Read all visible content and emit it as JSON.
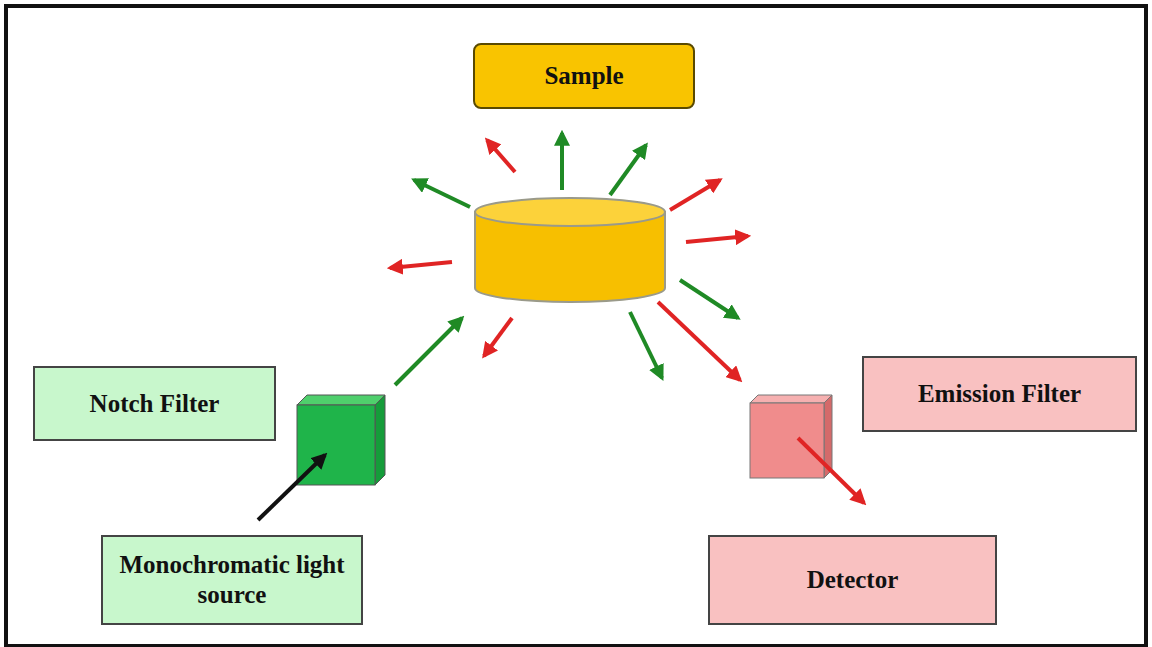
{
  "diagram": {
    "nodes": [
      {
        "text": [
          "Sample"
        ]
      },
      {
        "text": [
          "Notch Filter"
        ]
      },
      {
        "text": [
          "Monochromatic light source"
        ]
      },
      {
        "text": [
          "Emission Filter"
        ]
      },
      {
        "text": [
          "Detector"
        ]
      }
    ]
  }
}
